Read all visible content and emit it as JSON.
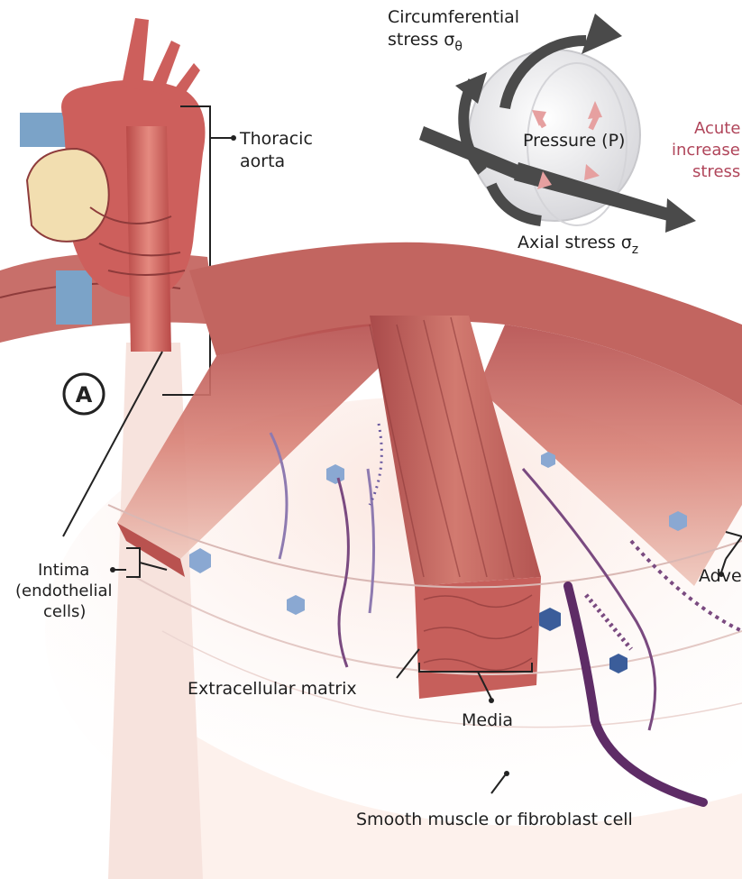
{
  "labels": {
    "circumferential_line1": "Circumferential",
    "circumferential_line2": "stress σ",
    "circumferential_sub": "θ",
    "pressure": "Pressure (P)",
    "axial": "Axial stress σ",
    "axial_sub": "z",
    "acute_line1": "Acute",
    "acute_line2": "increase",
    "acute_line3": "stress",
    "thoracic_line1": "Thoracic",
    "thoracic_line2": "aorta",
    "panel_marker": "A",
    "intima_line1": "Intima",
    "intima_line2": "(endothelial",
    "intima_line3": "cells)",
    "extracellular_matrix": "Extracellular matrix",
    "media": "Media",
    "adventitia_partial": "Adve",
    "smooth_muscle": "Smooth muscle or fibroblast cell"
  },
  "colors": {
    "aorta_red": "#c85a5a",
    "tissue_pink": "#e8b8b0",
    "fat_yellow": "#f2deb0",
    "vein_blue": "#7ba3c8",
    "arrow_gray": "#4a4a4a",
    "pressure_arrow": "#e6a0a0",
    "fiber_purple": "#7a4a80",
    "accent_label": "#b0455a"
  }
}
